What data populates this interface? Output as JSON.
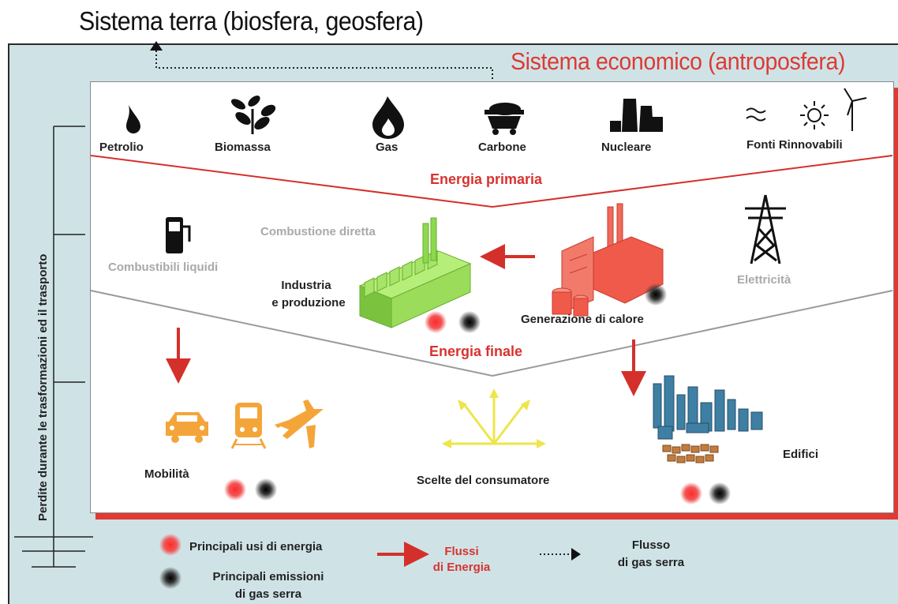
{
  "header": {
    "title": "Sistema terra (biosfera, geosfera)",
    "econ_title": "Sistema economico (antroposfera)"
  },
  "sources": [
    {
      "label": "Petrolio",
      "icon": "oil-drop-icon"
    },
    {
      "label": "Biomassa",
      "icon": "leaves-icon"
    },
    {
      "label": "Gas",
      "icon": "flame-icon"
    },
    {
      "label": "Carbone",
      "icon": "coal-cart-icon"
    },
    {
      "label": "Nucleare",
      "icon": "nuclear-plant-icon"
    },
    {
      "label": "Fonti Rinnovabili",
      "icon": "renewables-icon"
    }
  ],
  "levels": {
    "primary": "Energia primaria",
    "final": "Energia finale"
  },
  "middle": {
    "liquid_fuels": "Combustibili liquidi",
    "direct_combustion": "Combustione diretta",
    "industry_1": "Industria",
    "industry_2": "e produzione",
    "heat": "Generazione di calore",
    "electricity": "Elettricità"
  },
  "bottom": {
    "mobility": "Mobilità",
    "consumer": "Scelte del consumatore",
    "buildings": "Edifici"
  },
  "side_label": "Perdite durante le trasformazioni ed il trasporto",
  "legend": {
    "energy_use": "Principali usi di energia",
    "emissions_1": "Principali emissioni",
    "emissions_2": "di gas serra",
    "energy_flow_1": "Flussi",
    "energy_flow_2": "di Energia",
    "gas_flow_1": "Flusso",
    "gas_flow_2": "di gas serra"
  },
  "colors": {
    "accent_red": "#dd3a33",
    "panel_bg": "#cfe3e7",
    "industry_green": "#8cd94e",
    "plant_red": "#ef5a4a",
    "transport_orange": "#f4a53a",
    "consumer_yellow": "#eee54a",
    "buildings_blue": "#3f7fa3"
  }
}
